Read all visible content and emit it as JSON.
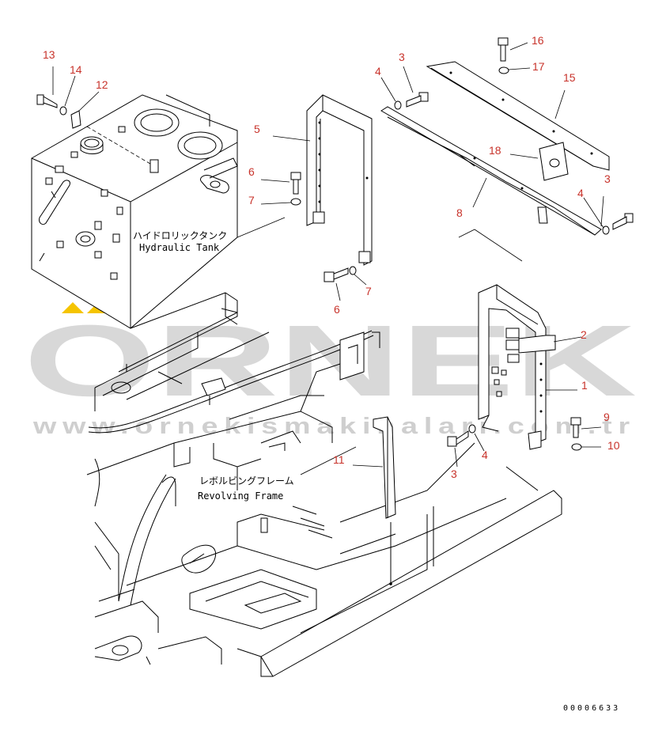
{
  "diagram": {
    "labels": {
      "tank_jp": "ハイドロリックタンク",
      "tank_en": "Hydraulic Tank",
      "frame_jp": "レボルビングフレーム",
      "frame_en": "Revolving Frame"
    },
    "callouts": [
      "13",
      "14",
      "12",
      "5",
      "6",
      "7",
      "3",
      "4",
      "16",
      "17",
      "15",
      "18",
      "8",
      "3",
      "4",
      "6",
      "7",
      "2",
      "1",
      "11",
      "9",
      "10",
      "3",
      "4"
    ],
    "document_number": "00006633",
    "watermark": {
      "brand": "ORNEK",
      "url": "www.ornekismakinalari.com.tr",
      "accent_color": "#f5c400"
    },
    "colors": {
      "callout": "#c8332b",
      "line": "#000000",
      "watermark": "#d8d8d8"
    }
  }
}
